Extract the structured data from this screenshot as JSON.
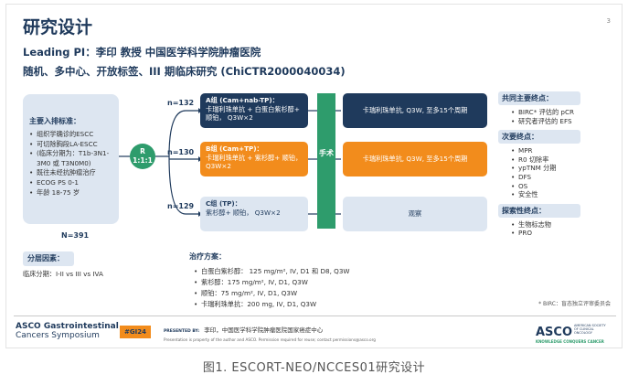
{
  "slide": {
    "title": "研究设计",
    "page_number": "3",
    "pi": "Leading PI：李印 教授    中国医学科学院肿瘤医院",
    "subtitle": "随机、多中心、开放标签、III 期临床研究 (ChiCTR2000040034)"
  },
  "inclusion": {
    "header": "主要入排标准：",
    "items": [
      "组织学确诊的ESCC",
      "可切除胸段LA-ESCC",
      "(临床分期为：T1b-3N1-3M0 或 T3N0M0)",
      "既往未经抗肿瘤治疗",
      "ECOG PS  0-1",
      "年龄 18-75 岁"
    ],
    "n_total": "N=391"
  },
  "stratification": {
    "header": "分层因素：",
    "value": "临床分期：I-II vs III vs IVA"
  },
  "randomization": {
    "line1": "R",
    "line2": "1:1:1"
  },
  "arms": [
    {
      "n": "n=132",
      "name": "A组 (Cam+nab-TP)：",
      "detail": "卡瑞利珠单抗 + 白蛋白紫杉醇+ 顺铂， Q3W×2",
      "post": "卡瑞利珠单抗, Q3W, 至多15个周期"
    },
    {
      "n": "n=130",
      "name": "B组 (Cam+TP)：",
      "detail": "卡瑞利珠单抗 + 紫杉醇+ 顺铂，  Q3W×2",
      "post": "卡瑞利珠单抗, Q3W, 至多15个周期"
    },
    {
      "n": "n=129",
      "name": "C组 (TP)：",
      "detail": "紫杉醇+ 顺铂， Q3W×2",
      "post": "观察"
    }
  ],
  "surgery": "手术",
  "endpoints": {
    "primary": {
      "header": "共同主要终点：",
      "items": [
        "BIRC* 评估的 pCR",
        "研究者评估的 EFS"
      ]
    },
    "secondary": {
      "header": "次要终点：",
      "items": [
        "MPR",
        "R0 切除率",
        "ypTNM 分期",
        "DFS",
        "OS",
        "安全性"
      ]
    },
    "exploratory": {
      "header": "探索性终点：",
      "items": [
        "生物标志物",
        "PRO"
      ]
    }
  },
  "regimen": {
    "header": "治疗方案：",
    "items": [
      "白蛋白紫杉醇： 125 mg/m², IV, D1 和 D8, Q3W",
      "紫杉醇：175 mg/m², IV, D1, Q3W",
      "顺铂：75 mg/m², IV, D1, Q3W",
      "卡瑞利珠单抗：200 mg, IV, D1, Q3W"
    ]
  },
  "birc_note": "* BIRC：盲态独立评审委员会",
  "footer": {
    "asco_gi_line1": "ASCO Gastrointestinal",
    "asco_gi_line2": "Cancers Symposium",
    "gi_tag": "#GI24",
    "presented_by_label": "PRESENTED BY:",
    "presenter": "李印，中国医学科学院肿瘤医院国家癌症中心",
    "property_note": "Presentation is property of the author and ASCO. Permission required for reuse; contact permissions@asco.org",
    "asco_logo": "ASCO",
    "asco_small": "AMERICAN SOCIETY OF CLINICAL ONCOLOGY",
    "asco_tagline": "KNOWLEDGE CONQUERS CANCER"
  },
  "caption": "图1. ESCORT-NEO/NCCES01研究设计",
  "colors": {
    "navy": "#1f3a5c",
    "orange": "#f28c1c",
    "green": "#2e9c6c",
    "light_blue": "#dde6f1"
  }
}
